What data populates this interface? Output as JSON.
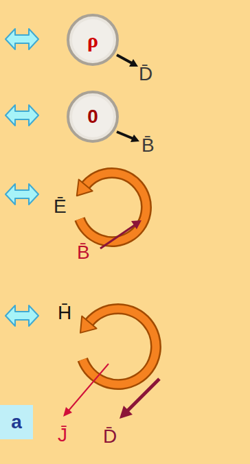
{
  "diagram": {
    "nodes": [
      {
        "text": [
          "ρ"
        ]
      },
      {
        "text": [
          "0"
        ]
      },
      {
        "text": [
          "a"
        ]
      }
    ],
    "labels": [
      "D̄",
      "B̄",
      "Ē",
      "B̄",
      "H̄",
      "J̄",
      "D̄"
    ]
  }
}
